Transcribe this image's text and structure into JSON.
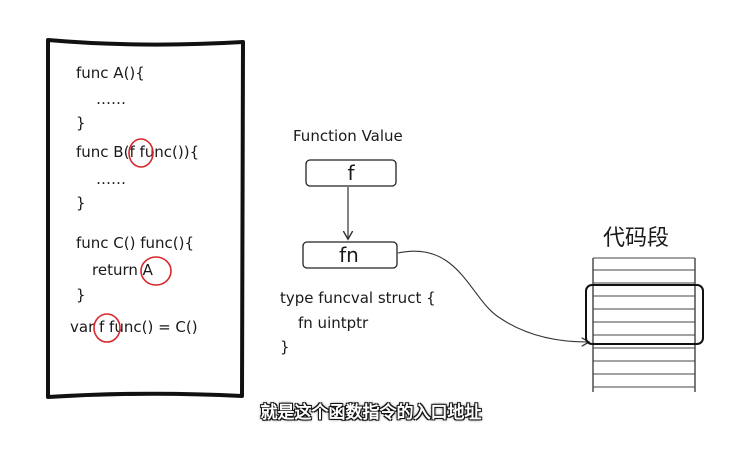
{
  "code_panel": {
    "lines": [
      "func A(){",
      "……",
      "}",
      "func B(f func()){",
      "……",
      "}",
      "func C() func(){",
      "return A",
      "}",
      "var f func() = C()"
    ]
  },
  "function_value": {
    "label": "Function Value",
    "box_top": "f",
    "box_bottom": "fn",
    "struct_lines": [
      "type funcval struct {",
      "fn uintptr",
      "}"
    ]
  },
  "code_segment": {
    "title": "代码段"
  },
  "subtitle": "就是这个函数指令的入口地址"
}
